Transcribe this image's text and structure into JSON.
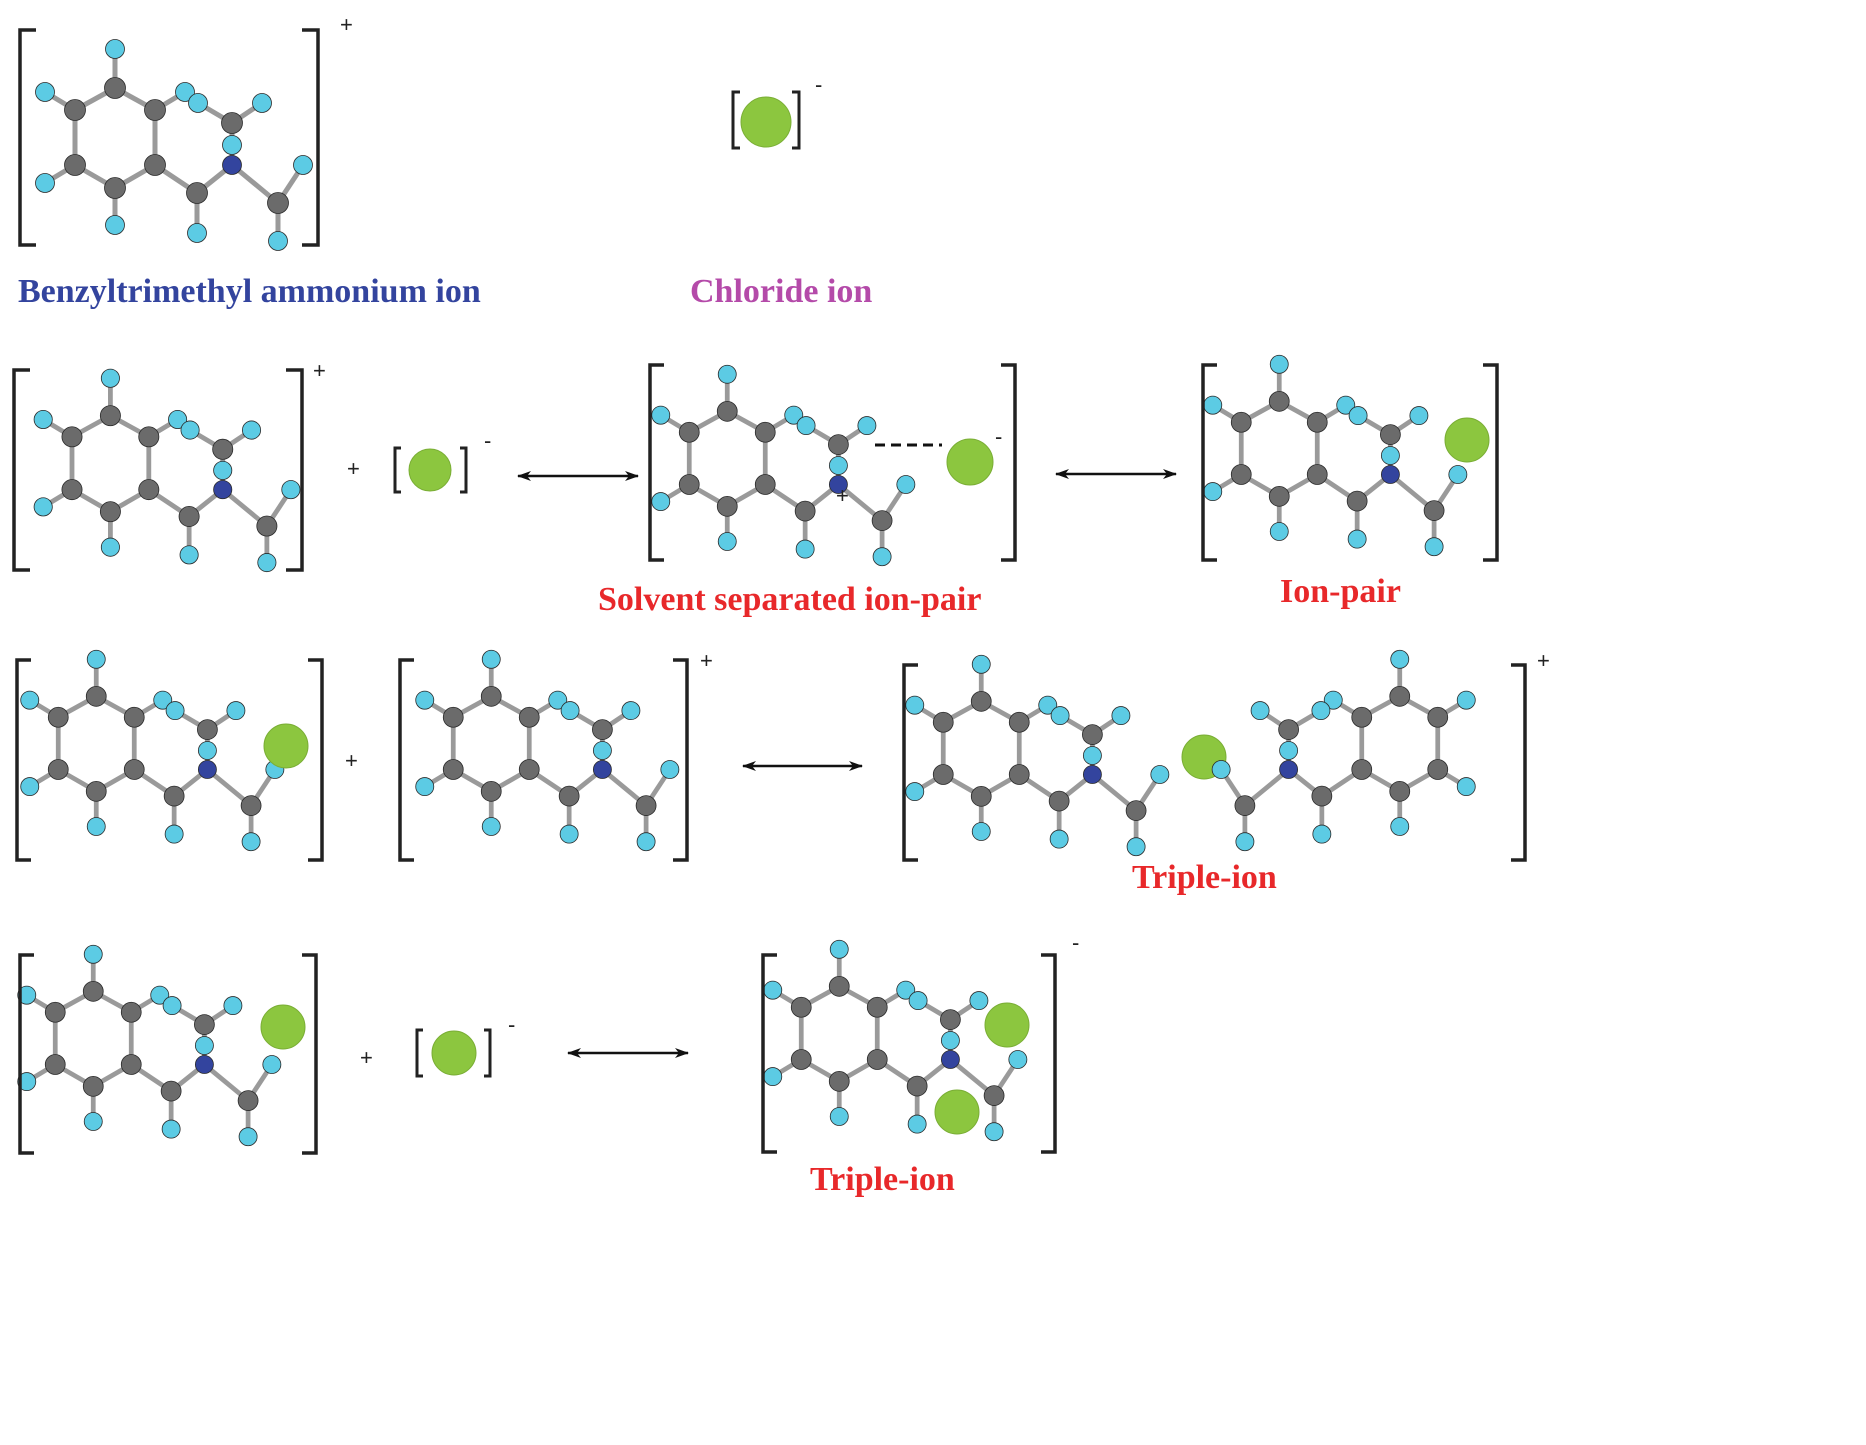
{
  "labels": {
    "benzyl": "Benzyltrimethyl ammonium ion",
    "chloride": "Chloride ion",
    "ssip": "Solvent separated ion-pair",
    "ion_pair": "Ion-pair",
    "triple_ion_pos": "Triple-ion",
    "triple_ion_neg": "Triple-ion"
  },
  "charges": {
    "plus": "+",
    "minus": "-"
  },
  "colors": {
    "carbon": "#6b6b6b",
    "hydrogen": "#5ccbe4",
    "nitrogen": "#33449e",
    "chlorine": "#8cc63f",
    "bond": "#9a9a9a",
    "bracket": "#222222",
    "label_blue": "#33449e",
    "label_magenta": "#b44aa9",
    "label_red": "#e8282a",
    "arrow": "#111111"
  }
}
